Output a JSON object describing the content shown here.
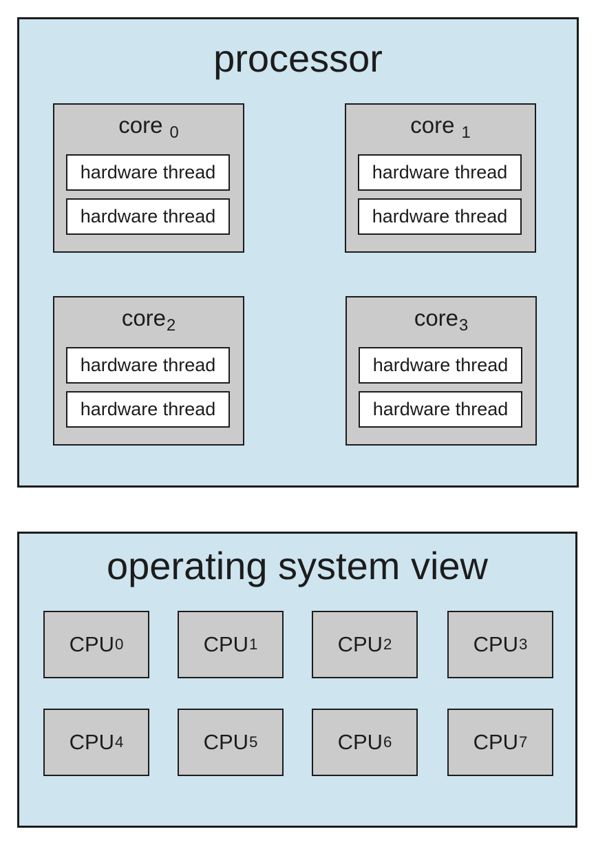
{
  "colors": {
    "panel_background": "#cee4ef",
    "box_gray": "#cbcbcb",
    "thread_white": "#ffffff",
    "border_black": "#1c1c1c"
  },
  "processor": {
    "title": "processor",
    "cores": [
      {
        "base": "core ",
        "sub": "0",
        "threads": [
          "hardware thread",
          "hardware thread"
        ]
      },
      {
        "base": "core ",
        "sub": "1",
        "threads": [
          "hardware thread",
          "hardware thread"
        ]
      },
      {
        "base": "core",
        "sub": "2",
        "threads": [
          "hardware thread",
          "hardware thread"
        ]
      },
      {
        "base": "core",
        "sub": "3",
        "threads": [
          "hardware thread",
          "hardware thread"
        ]
      }
    ]
  },
  "os_view": {
    "title": "operating system view",
    "cpus": [
      {
        "base": "CPU",
        "sub": "0"
      },
      {
        "base": "CPU",
        "sub": "1"
      },
      {
        "base": "CPU",
        "sub": "2"
      },
      {
        "base": "CPU",
        "sub": "3"
      },
      {
        "base": "CPU",
        "sub": "4"
      },
      {
        "base": "CPU",
        "sub": "5"
      },
      {
        "base": "CPU",
        "sub": "6"
      },
      {
        "base": "CPU",
        "sub": "7"
      }
    ]
  }
}
